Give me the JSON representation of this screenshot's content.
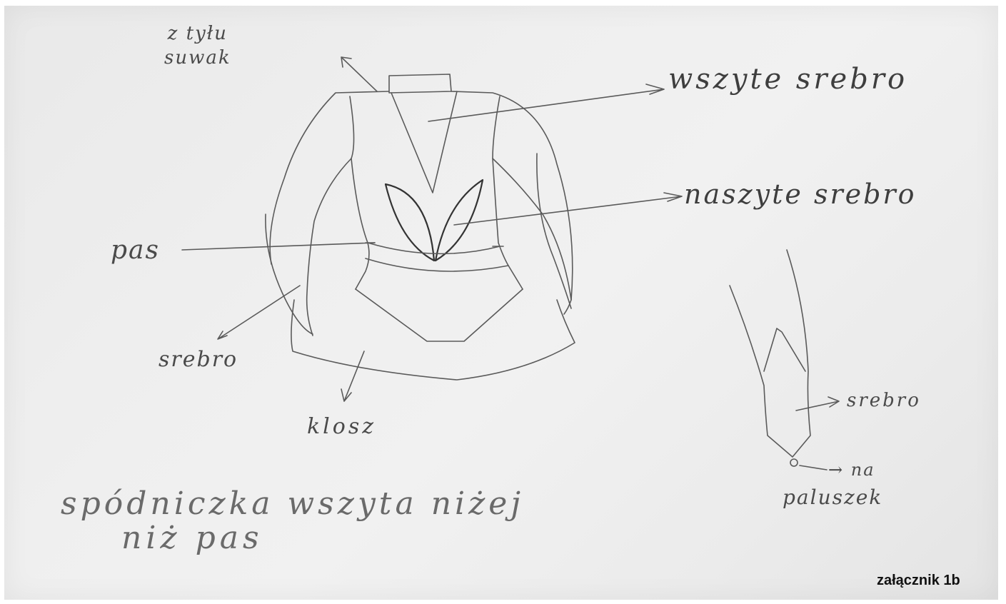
{
  "labels": {
    "back_line1": "z tyłu",
    "back_line2": "suwak",
    "wszyte": "wszyte srebro",
    "naszyte": "naszyte srebro",
    "pas": "pas",
    "srebro_left": "srebro",
    "klosz": "klosz",
    "srebro_right": "srebro",
    "na": "→ na",
    "paluszek": "paluszek"
  },
  "note": {
    "line1": "spódniczka wszyta niżej",
    "line2": "niż pas"
  },
  "caption": "załącznik 1b",
  "colors": {
    "paper": "#ececec",
    "pencil": "#555555",
    "caption": "#111111"
  }
}
